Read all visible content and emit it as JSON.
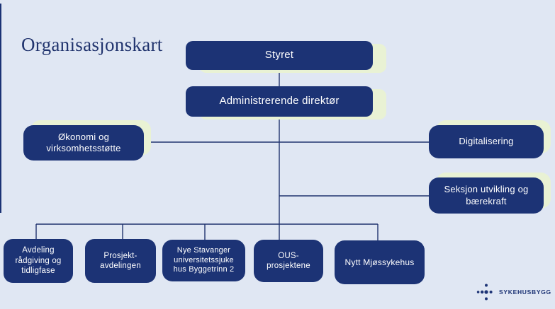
{
  "page": {
    "title": "Organisasjonskart"
  },
  "colors": {
    "background": "#e0e7f3",
    "box_fill": "#1c3375",
    "box_text": "#ffffff",
    "box_shadow": "#e9f2d4",
    "connector_line": "#21346e",
    "title_text": "#21346e"
  },
  "org_chart": {
    "styret": {
      "label": "Styret"
    },
    "admin_direktor": {
      "label": "Administrerende direktør"
    },
    "okonomi": {
      "label": "Økonomi og\nvirksomhetsstøtte"
    },
    "digitalisering": {
      "label": "Digitalisering"
    },
    "seksjon_utvikling": {
      "label": "Seksjon utvikling og\nbærekraft"
    },
    "avdeling_radgiving": {
      "label": "Avdeling\nrådgiving og\ntidligfase"
    },
    "prosjektavdelingen": {
      "label": "Prosjekt-\navdelingen"
    },
    "nye_stavanger": {
      "label": "Nye Stavanger\nuniversitetssjuke\nhus Byggetrinn 2"
    },
    "ous_prosjektene": {
      "label": "OUS-\nprosjektene"
    },
    "nytt_mjossykehus": {
      "label": "Nytt Mjøssykehus"
    }
  },
  "logo": {
    "text": "SYKEHUSBYGG"
  }
}
